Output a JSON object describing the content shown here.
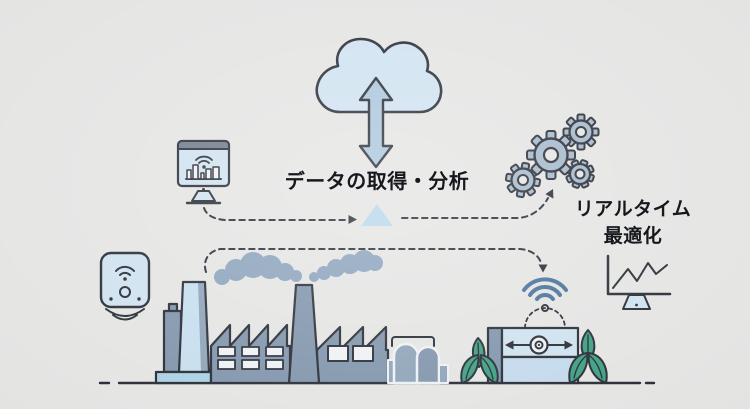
{
  "diagram": {
    "labels": {
      "data_process": "データの取得・分析",
      "realtime_line1": "リアルタイム",
      "realtime_line2": "最適化"
    },
    "icons": {
      "cloud-icon": "cloud outline shape",
      "up-down-arrow-icon": "vertical double-headed arrow",
      "monitor-dashboard-icon": "monitor with wifi + bar chart",
      "iot-sensor-icon": "rounded sensor with wifi and signal waves",
      "gears-icon": "cluster of four gears",
      "line-chart-icon": "axes with zigzag line on stand",
      "factory-icon": "factory with sawtooth roofs, chimneys, tanks, smoke",
      "smart-machine-icon": "machine box with target and left-right arrow",
      "wifi-icon": "three blue signal arcs with dot",
      "plant-icon": "three-leaf plant",
      "triangle-icon": "upward light-blue triangle",
      "dashed-flow-arrows": "dotted connector paths with arrowheads"
    },
    "colors": {
      "background": "#e4e4e3",
      "outline": "#262a33",
      "text": "#17181d",
      "light_blue": "#cfe2f0",
      "pale_blue": "#c6deee",
      "pedestal_blue": "#aacfe2",
      "mid_blue": "#a9c6db",
      "slate": "#8094ab",
      "slate_light": "#8ea3b8",
      "smoke": "#8ba2bc",
      "gear": "#a3b8cb",
      "wifi_blue": "#47719a",
      "plant_green": "#3b9f81",
      "triangle_blue": "#b9d6ea",
      "window_white": "#eef1f4",
      "monitor_bar": "#6e7a8a",
      "machine_bottom": "#c3d9ec"
    }
  }
}
